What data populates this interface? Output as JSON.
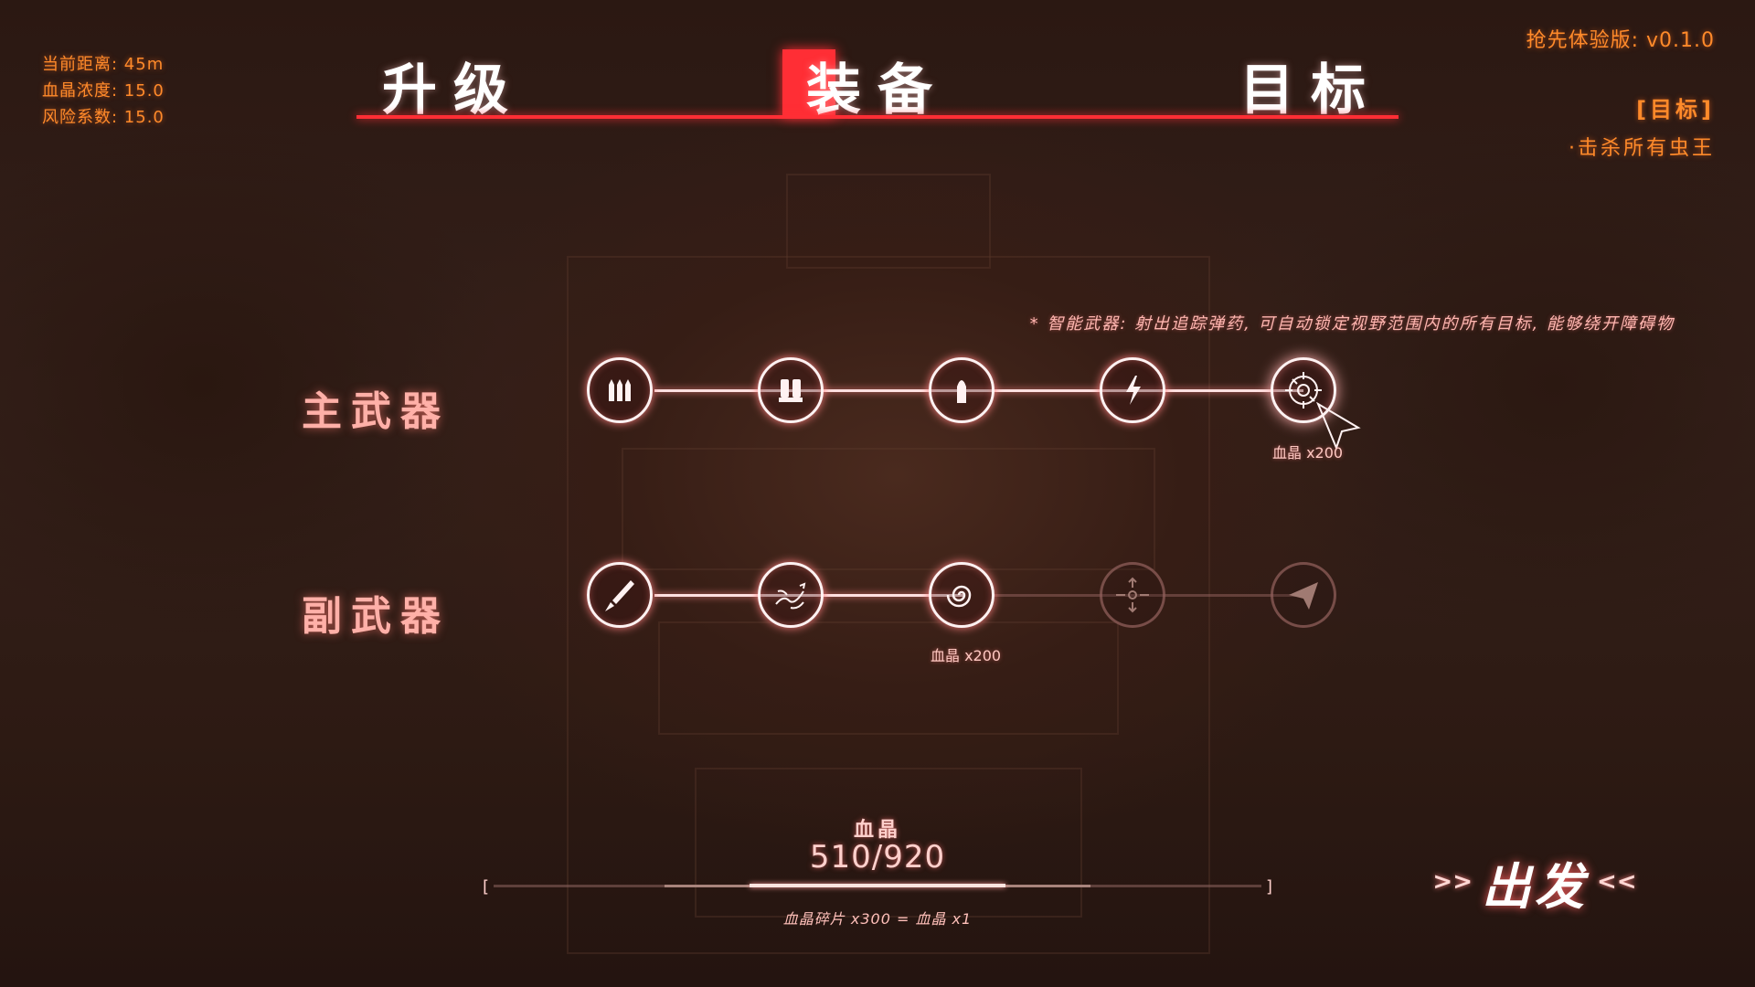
{
  "stats": {
    "distance": "当前距离: 45m",
    "concentration": "血晶浓度: 15.0",
    "risk": "风险系数: 15.0"
  },
  "tabs": [
    {
      "label": "升级",
      "active": false
    },
    {
      "label": "装备",
      "active": true
    },
    {
      "label": "目标",
      "active": false
    }
  ],
  "version": "抢先体验版: v0.1.0",
  "objective": {
    "header": "[目标]",
    "item": "·击杀所有虫王"
  },
  "weapon_note": "* 智能武器: 射出追踪弹药, 可自动锁定视野范围内的所有目标, 能够绕开障碍物",
  "primary": {
    "label": "主武器",
    "nodes": [
      {
        "icon": "bullets-icon",
        "state": "unlocked"
      },
      {
        "icon": "shotgun-shells-icon",
        "state": "unlocked"
      },
      {
        "icon": "large-bullet-icon",
        "state": "unlocked"
      },
      {
        "icon": "lightning-icon",
        "state": "unlocked"
      },
      {
        "icon": "smart-tracking-icon",
        "state": "selected",
        "cost": "血晶 x200"
      }
    ]
  },
  "secondary": {
    "label": "副武器",
    "nodes": [
      {
        "icon": "rocket-icon",
        "state": "unlocked"
      },
      {
        "icon": "homing-missiles-icon",
        "state": "unlocked"
      },
      {
        "icon": "vortex-icon",
        "state": "available",
        "cost": "血晶 x200"
      },
      {
        "icon": "burst-icon",
        "state": "locked"
      },
      {
        "icon": "paper-plane-icon",
        "state": "locked"
      }
    ]
  },
  "resource": {
    "title": "血晶",
    "value": "510/920",
    "fraction": 0.554,
    "note": "血晶碎片 x300 = 血晶 x1"
  },
  "depart": {
    "label": "出发",
    "left_arrows": ">>",
    "right_arrows": "<<"
  },
  "colors": {
    "accent_red": "#ff2e35",
    "hud_orange": "#ff8a2a",
    "node_glow": "#ff8080"
  }
}
